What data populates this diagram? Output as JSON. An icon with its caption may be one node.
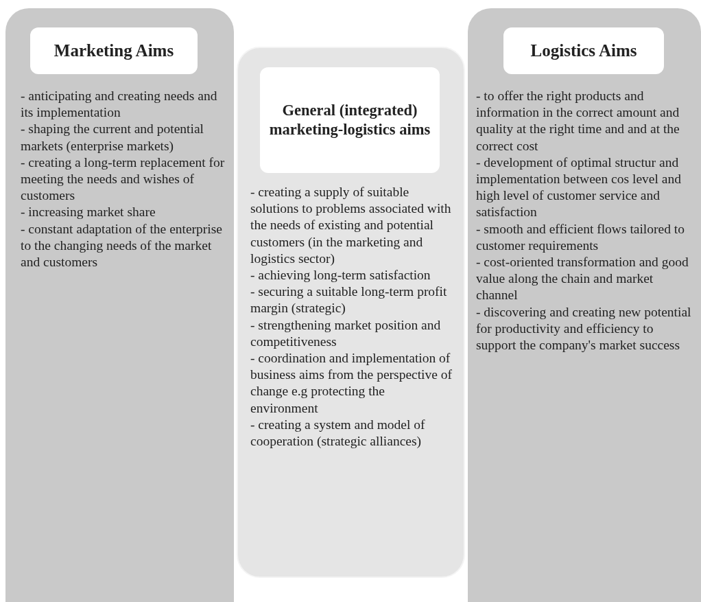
{
  "diagram": {
    "nodes": [
      {
        "text": [
          "- anticipating and creating needs and its implementation",
          "- shaping the current and potential markets (enterprise markets)",
          "- creating a long-term replacement for meeting the needs and wishes of customers",
          "- increasing market share",
          "- constant adaptation of the enterprise to the changing needs of the market and customers"
        ]
      },
      {
        "text": [
          "Marketing Aims"
        ],
        "in": 0
      },
      {
        "text": [
          "- creating a supply of suitable solutions to problems associated with the needs of existing and potential customers (in the marketing and logistics sector)",
          "- achieving long-term satisfaction",
          "- securing a suitable long-term profit margin (strategic)",
          "- strengthening market position and competitiveness",
          "- coordination and implementation of business aims from the perspective of change e.g protecting the environment",
          "- creating a system and model of cooperation (strategic alliances)"
        ]
      },
      {
        "text": [
          "General (integrated) marketing-logistics aims"
        ],
        "in": 2
      },
      {
        "text": [
          "- to offer the right products and information in the correct amount and quality at the right time and and at the correct cost",
          "- development of optimal structur and implementation between cos level and high level of customer service and satisfaction",
          "- smooth and efficient flows tailored to customer requirements",
          "- cost-oriented transformation and good value along the chain and market channel",
          "- discovering and creating new potential for productivity and efficiency to support the company's market success"
        ]
      },
      {
        "text": [
          "Logistics Aims"
        ],
        "in": 4
      }
    ]
  }
}
